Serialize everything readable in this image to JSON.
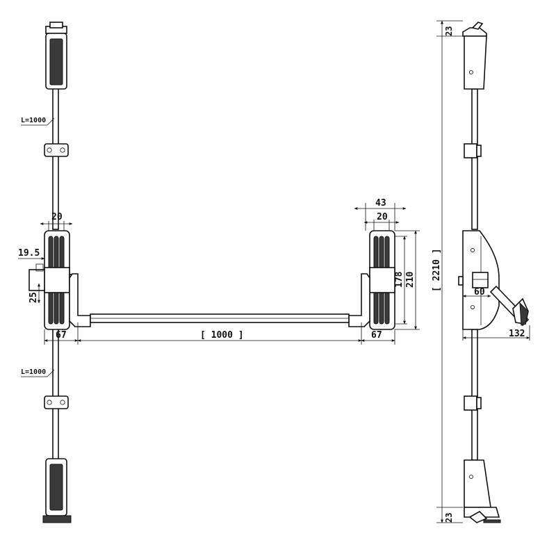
{
  "labels": {
    "rod_length_upper": "L=1000",
    "rod_length_lower": "L=1000",
    "bolt_width": "20",
    "bolt_offset": "19.5",
    "bolt_height": "25",
    "left_margin": "67",
    "bar_length": "[ 1000 ]",
    "right_margin": "67",
    "housing_depth": "43",
    "housing_inner": "20",
    "housing_pad_height": "178",
    "housing_height": "210",
    "total_height": "[ 2210 ]",
    "top_offset": "23",
    "bottom_offset": "23",
    "side_depth": "60",
    "handle_projection": "132"
  },
  "colors": {
    "line": "#111111",
    "fill_dark": "#3a3a3a",
    "background": "#ffffff"
  }
}
